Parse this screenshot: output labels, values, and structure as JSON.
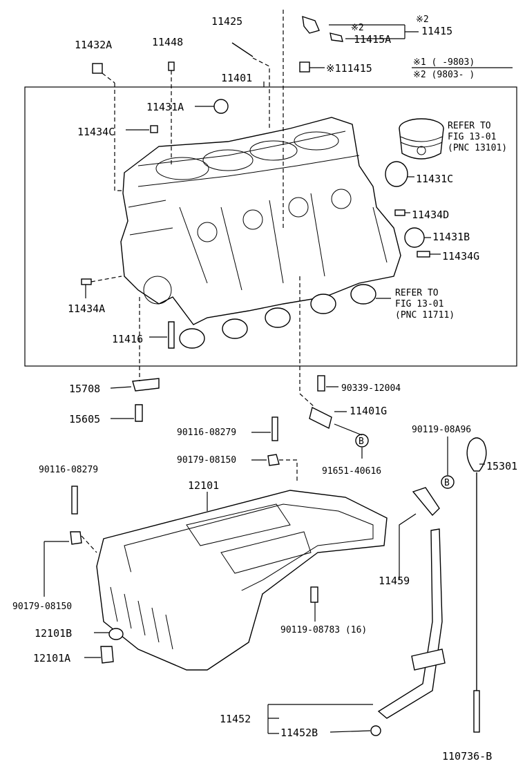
{
  "diagram_id": "110736-B",
  "labels": {
    "p11432A": "11432A",
    "p11448": "11448",
    "p11425": "11425",
    "note2a": "※2",
    "p11415A": "11415A",
    "p11415": "11415",
    "note2b": "※2",
    "p111415": "※111415",
    "p11401": "11401",
    "p11431A": "11431A",
    "p11434C": "11434C",
    "p11431C": "11431C",
    "p11434D": "11434D",
    "p11431B": "11431B",
    "p11434G": "11434G",
    "p11434A": "11434A",
    "p11416": "11416",
    "p15708": "15708",
    "p15605": "15605",
    "p90339": "90339-12004",
    "p11401G": "11401G",
    "p91651": "91651-40616",
    "p90116a": "90116-08279",
    "p90179a": "90179-08150",
    "p90119a96": "90119-08A96",
    "p15301": "15301",
    "p90116b": "90116-08279",
    "p12101": "12101",
    "p11459": "11459",
    "p90179b": "90179-08150",
    "p90119_783": "90119-08783 (16)",
    "p12101B": "12101B",
    "p12101A": "12101A",
    "p11452": "11452",
    "p11452B": "11452B"
  },
  "notes": {
    "line1": "※1 (     -9803)",
    "line2": "※2 (9803-     )"
  },
  "refer": {
    "piston": [
      "REFER TO",
      "FIG 13-01",
      "(PNC 13101)"
    ],
    "bearing": [
      "REFER TO",
      "FIG 13-01",
      "(PNC 11711)"
    ]
  },
  "badges": {
    "b1": "B",
    "b2": "B"
  }
}
